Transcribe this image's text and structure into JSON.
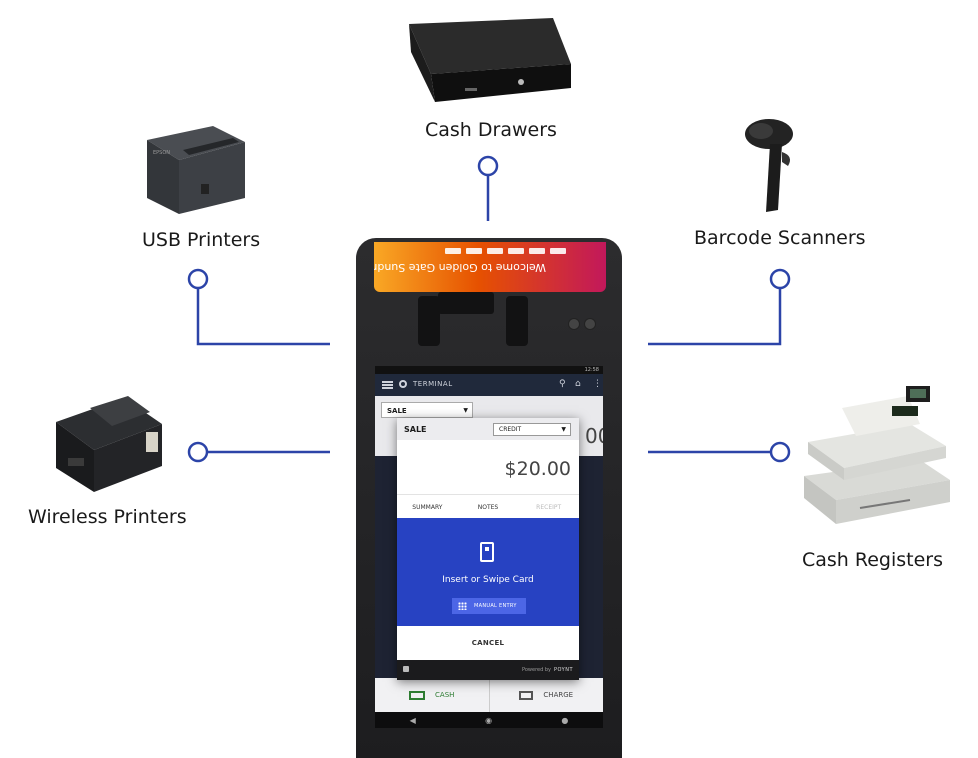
{
  "labels": {
    "cash_drawers": "Cash Drawers",
    "usb_printers": "USB Printers",
    "barcode_scanners": "Barcode Scanners",
    "wireless_printers": "Wireless Printers",
    "cash_registers": "Cash Registers"
  },
  "colors": {
    "connector": "#2c44a8",
    "terminal_body": "#2a2a2c",
    "payment_panel": "#2742c2"
  },
  "terminal": {
    "customer_screen": {
      "line1": "Welcome to",
      "line2": "Golden Gate Sundry"
    },
    "status_time": "12:58",
    "app_title": "TERMINAL",
    "background": {
      "mode_select": "SALE",
      "amount_fragment": "00",
      "cash_label": "CASH",
      "charge_label": "CHARGE"
    },
    "dialog": {
      "title": "SALE",
      "payment_type": "CREDIT",
      "amount": "$20.00",
      "tabs": [
        "SUMMARY",
        "NOTES",
        "RECEIPT"
      ],
      "prompt": "Insert or Swipe Card",
      "manual_entry": "MANUAL ENTRY",
      "cancel": "CANCEL",
      "powered_by": "Powered by",
      "brand": "POYNT"
    }
  }
}
